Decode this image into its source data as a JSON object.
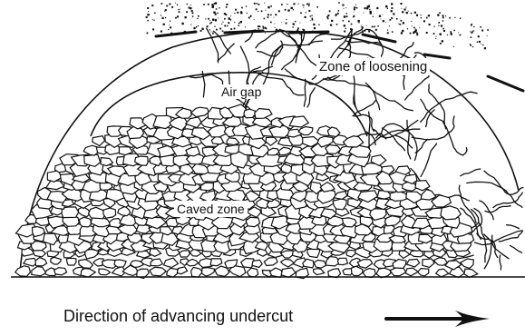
{
  "diagram": {
    "labels": {
      "zone_of_loosening": "Zone of loosening",
      "air_gap": "Air gap",
      "caved_zone": "Caved zone",
      "direction": "Direction of advancing undercut"
    },
    "colors": {
      "ink": "#111111",
      "background": "#ffffff"
    },
    "icons": {
      "direction_arrow": "arrow-right-icon"
    }
  }
}
